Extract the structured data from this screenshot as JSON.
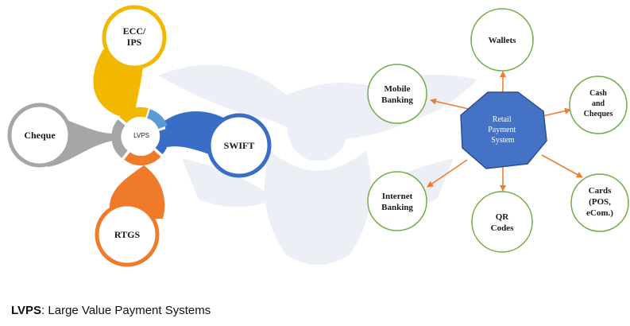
{
  "left_diagram": {
    "center": "LVPS",
    "petals": {
      "ecc": {
        "line1": "ECC/",
        "line2": "IPS",
        "color": "#f2b800"
      },
      "swift": {
        "label": "SWIFT",
        "color": "#3a6ec6"
      },
      "rtgs": {
        "label": "RTGS",
        "color": "#ee7a2a"
      },
      "cheque": {
        "label": "Cheque",
        "color": "#a6a6a6"
      }
    },
    "ring_colors": {
      "light_blue": "#5b9bd5"
    }
  },
  "right_diagram": {
    "hub": {
      "line1": "Retail",
      "line2": "Payment",
      "line3": "System",
      "fill": "#4472c4"
    },
    "nodes": {
      "wallets": {
        "line1": "Wallets"
      },
      "cash": {
        "line1": "Cash",
        "line2": "and",
        "line3": "Cheques"
      },
      "cards": {
        "line1": "Cards",
        "line2": "(POS,",
        "line3": "eCom.)"
      },
      "qr": {
        "line1": "QR",
        "line2": "Codes"
      },
      "internet": {
        "line1": "Internet",
        "line2": "Banking"
      },
      "mobile": {
        "line1": "Mobile",
        "line2": "Banking"
      }
    },
    "node_border": "#70ad47",
    "arrow_color": "#ed7d31"
  },
  "footnote": {
    "abbr": "LVPS",
    "definition": ": Large Value Payment Systems"
  }
}
